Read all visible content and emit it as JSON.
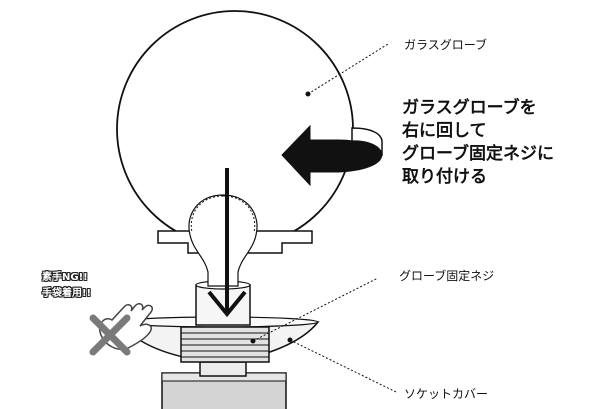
{
  "labels": {
    "glass_globe": "ガラスグローブ",
    "globe_fixing_screw": "グローブ固定ネジ",
    "socket_cover": "ソケットカバー"
  },
  "instruction": {
    "line1": "ガラスグローブを",
    "line2": "右に回して",
    "line3": "グローブ固定ネジに",
    "line4": "取り付ける"
  },
  "warning": {
    "line1": "素手NG!!",
    "line2": "手袋着用!!"
  },
  "icons": {
    "rotation_arrow": "curved-arrow-clockwise",
    "insert_arrow": "down-arrow",
    "no_bare_hands": "crossed-out-hand"
  },
  "colors": {
    "outline": "#111111",
    "light_fill": "#f2f2f2",
    "mid_gray": "#cfcfcf",
    "cross_gray": "#7a7a7a"
  }
}
